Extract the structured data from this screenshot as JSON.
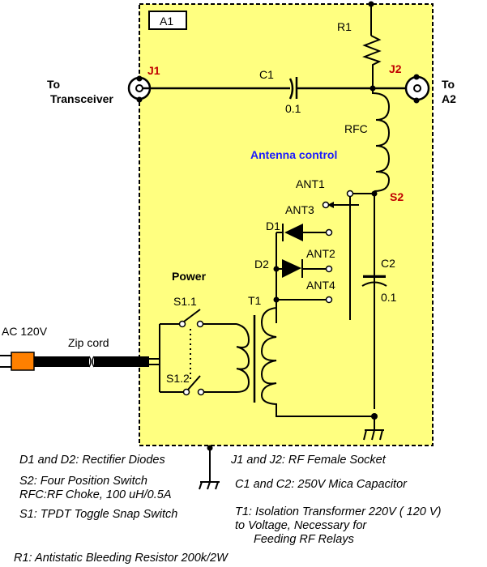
{
  "board": {
    "label": "A1",
    "fill_color": "#ffff80",
    "border_color": "#000000"
  },
  "connectors": {
    "j1": {
      "ref": "J1",
      "label_line1": "To",
      "label_line2": "Transceiver"
    },
    "j2": {
      "ref": "J2",
      "label_line1": "To",
      "label_line2": "A2"
    }
  },
  "components": {
    "c1": {
      "ref": "C1",
      "value": "0.1"
    },
    "c2": {
      "ref": "C2",
      "value": "0.1"
    },
    "r1": {
      "ref": "R1"
    },
    "rfc": {
      "ref": "RFC"
    },
    "s2": {
      "ref": "S2"
    },
    "d1": {
      "ref": "D1"
    },
    "d2": {
      "ref": "D2"
    },
    "t1": {
      "ref": "T1"
    },
    "s1_1": {
      "ref": "S1.1"
    },
    "s1_2": {
      "ref": "S1.2"
    }
  },
  "switch_positions": [
    "ANT1",
    "ANT2",
    "ANT3",
    "ANT4"
  ],
  "section_labels": {
    "antenna_control": "Antenna control",
    "power": "Power"
  },
  "mains": {
    "label": "AC  120V",
    "cord": "Zip cord",
    "plug_color": "#ff8000"
  },
  "ref_color": "#c00000",
  "section_color": "#1a1aff",
  "notes": {
    "diodes": "D1 and D2: Rectifier Diodes",
    "s2": "S2: Four Position Switch",
    "rfc": "RFC:RF Choke, 100 uH/0.5A",
    "s1": "S1: TPDT Toggle Snap Switch",
    "r1": "R1: Antistatic Bleeding Resistor 200k/2W",
    "j": "J1 and J2:  RF Female Socket",
    "c": "C1 and C2: 250V Mica Capacitor",
    "t1_line1": "T1: Isolation  Transformer  220V ( 120 V)",
    "t1_line2": "to Voltage, Necessary for",
    "t1_line3": "Feeding RF Relays"
  }
}
